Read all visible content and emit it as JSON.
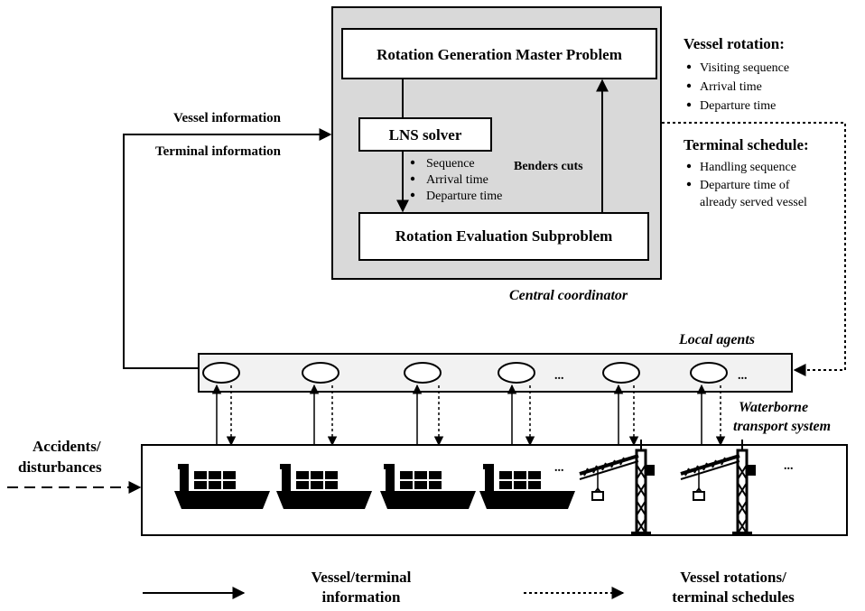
{
  "coordinator": {
    "master_problem": "Rotation Generation Master Problem",
    "lns_solver": "LNS solver",
    "subproblem": "Rotation Evaluation Subproblem",
    "benders_cuts": "Benders cuts",
    "lns_bullets": [
      "Sequence",
      "Arrival time",
      "Departure time"
    ],
    "caption": "Central coordinator"
  },
  "left_labels": {
    "vessel_information": "Vessel information",
    "terminal_information": "Terminal information"
  },
  "vessel_rotation": {
    "title": "Vessel rotation:",
    "bullets": [
      "Visiting sequence",
      "Arrival time",
      "Departure time"
    ]
  },
  "terminal_schedule": {
    "title": "Terminal schedule:",
    "bullets": [
      "Handling sequence",
      "Departure time of",
      "already served vessel"
    ]
  },
  "local_agents": {
    "caption": "Local agents",
    "ellipsis_1": "...",
    "ellipsis_2": "..."
  },
  "waterborne": {
    "line1": "Waterborne",
    "line2": "transport system",
    "ships_ellipsis": "...",
    "cranes_ellipsis": "..."
  },
  "accidents": {
    "line1": "Accidents/",
    "line2": "disturbances"
  },
  "legend": {
    "solid_line1": "Vessel/terminal",
    "solid_line2": "information",
    "dotted_line1": "Vessel rotations/",
    "dotted_line2": "terminal schedules"
  },
  "colors": {
    "coordinator_fill": "#d9d9d9",
    "agents_fill": "#f2f2f2",
    "line": "#000000"
  }
}
